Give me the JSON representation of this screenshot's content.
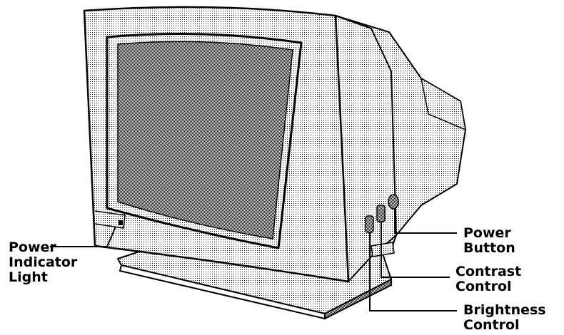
{
  "labels": {
    "power_indicator": [
      "Power",
      "Indicator",
      "Light"
    ],
    "power_button": [
      "Power",
      "Button"
    ],
    "contrast_control": [
      "Contrast",
      "Control"
    ],
    "brightness_control": [
      "Brightness",
      "Control"
    ]
  }
}
